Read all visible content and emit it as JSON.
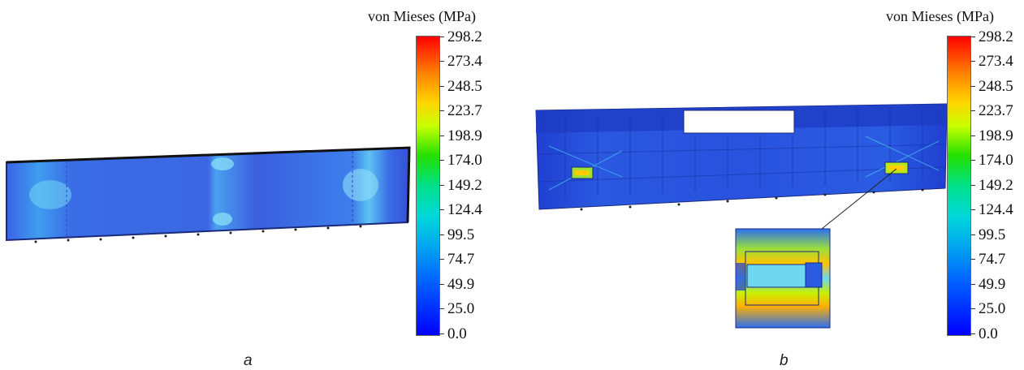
{
  "panels": [
    {
      "id": "a",
      "label": "a",
      "legend": {
        "title": "von Mieses (MPa)",
        "ticks": [
          "298.2",
          "273.4",
          "248.5",
          "223.7",
          "198.9",
          "174.0",
          "149.2",
          "124.4",
          "99.5",
          "74.7",
          "49.9",
          "25.0",
          "0.0"
        ]
      }
    },
    {
      "id": "b",
      "label": "b",
      "legend": {
        "title": "von Mieses (MPa)",
        "ticks": [
          "298.2",
          "273.4",
          "248.5",
          "223.7",
          "198.9",
          "174.0",
          "149.2",
          "124.4",
          "99.5",
          "74.7",
          "49.9",
          "25.0",
          "0.0"
        ]
      }
    }
  ],
  "colors": {
    "min": "#0000ff",
    "low": "#2f6ef0",
    "mid": "#00e08a",
    "high": "#ffd400",
    "max": "#ff0000"
  }
}
